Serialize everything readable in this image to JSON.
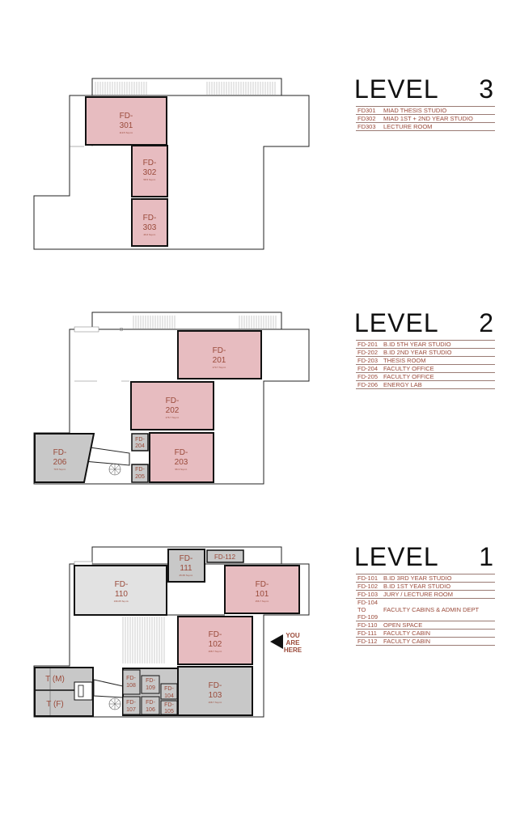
{
  "levels": [
    {
      "word": "LEVEL",
      "number": "3",
      "legend": [
        {
          "code": "FD301",
          "name": "MIAD THESIS STUDIO"
        },
        {
          "code": "FD302",
          "name": "MIAD 1ST + 2ND YEAR STUDIO"
        },
        {
          "code": "FD303",
          "name": "LECTURE ROOM"
        }
      ],
      "rooms": [
        {
          "line1": "FD-",
          "line2": "301",
          "area": "119.5 Sq.mt."
        },
        {
          "line1": "FD-",
          "line2": "302",
          "area": "58.5 Sq.mt."
        },
        {
          "line1": "FD-",
          "line2": "303",
          "area": "46.6 Sq.mt."
        }
      ]
    },
    {
      "word": "LEVEL",
      "number": "2",
      "legend": [
        {
          "code": "FD-201",
          "name": "B.ID 5TH YEAR STUDIO"
        },
        {
          "code": "FD-202",
          "name": "B.ID 2ND YEAR STUDIO"
        },
        {
          "code": "FD-203",
          "name": "THESIS ROOM"
        },
        {
          "code": "FD-204",
          "name": "FACULTY OFFICE"
        },
        {
          "code": "FD-205",
          "name": "FACULTY OFFICE"
        },
        {
          "code": "FD-206",
          "name": "ENERGY LAB"
        }
      ],
      "rooms": [
        {
          "line1": "FD-",
          "line2": "201",
          "area": "170.7 Sq.mt."
        },
        {
          "line1": "FD-",
          "line2": "202",
          "area": "176.7 Sq.mt."
        },
        {
          "line1": "FD-",
          "line2": "203",
          "area": "96.3 Sq.mt."
        },
        {
          "line1": "FD-",
          "line2": "204",
          "area": ""
        },
        {
          "line1": "FD-",
          "line2": "205",
          "area": ""
        },
        {
          "line1": "FD-",
          "line2": "206",
          "area": "70.5 Sq.mt."
        }
      ]
    },
    {
      "word": "LEVEL",
      "number": "1",
      "legend": [
        {
          "code": "FD-101",
          "name": "B.ID 3RD YEAR STUDIO"
        },
        {
          "code": "FD-102",
          "name": "B.ID 1ST YEAR STUDIO"
        },
        {
          "code": "FD-103",
          "name": "JURY / LECTURE ROOM"
        },
        {
          "code": "FD-104\nTO\nFD-109",
          "name": "FACULTY CABINS & ADMIN DEPT"
        },
        {
          "code": "FD-110",
          "name": "OPEN SPACE"
        },
        {
          "code": "FD-111",
          "name": "FACULTY CABIN"
        },
        {
          "code": "FD-112",
          "name": "FACULTY CABIN"
        }
      ],
      "rooms": [
        {
          "line1": "FD-",
          "line2": "101",
          "area": "156.7 Sq.mt."
        },
        {
          "line1": "FD-",
          "line2": "102",
          "area": "168.7 Sq.mt."
        },
        {
          "line1": "FD-",
          "line2": "103",
          "area": "168.7 Sq.mt."
        },
        {
          "line1": "FD-",
          "line2": "104",
          "area": ""
        },
        {
          "line1": "FD-",
          "line2": "105",
          "area": ""
        },
        {
          "line1": "FD-",
          "line2": "106",
          "area": ""
        },
        {
          "line1": "FD-",
          "line2": "107",
          "area": ""
        },
        {
          "line1": "FD-",
          "line2": "108",
          "area": ""
        },
        {
          "line1": "FD-",
          "line2": "109",
          "area": ""
        },
        {
          "line1": "FD-",
          "line2": "110",
          "area": "196.05 Sq.mt."
        },
        {
          "line1": "FD-",
          "line2": "111",
          "area": "25.65 Sq.mt."
        },
        {
          "line1": "FD-112",
          "line2": "",
          "area": ""
        },
        {
          "line1": "T (M)",
          "line2": "",
          "area": ""
        },
        {
          "line1": "T (F)",
          "line2": "",
          "area": ""
        }
      ]
    }
  ],
  "you_are_here": [
    "YOU",
    "ARE",
    "HERE"
  ],
  "colors": {
    "pink": "#e7bcc0",
    "grey": "#c8c8c8",
    "text": "#9a4a3a",
    "wall": "#1a1a1a"
  }
}
